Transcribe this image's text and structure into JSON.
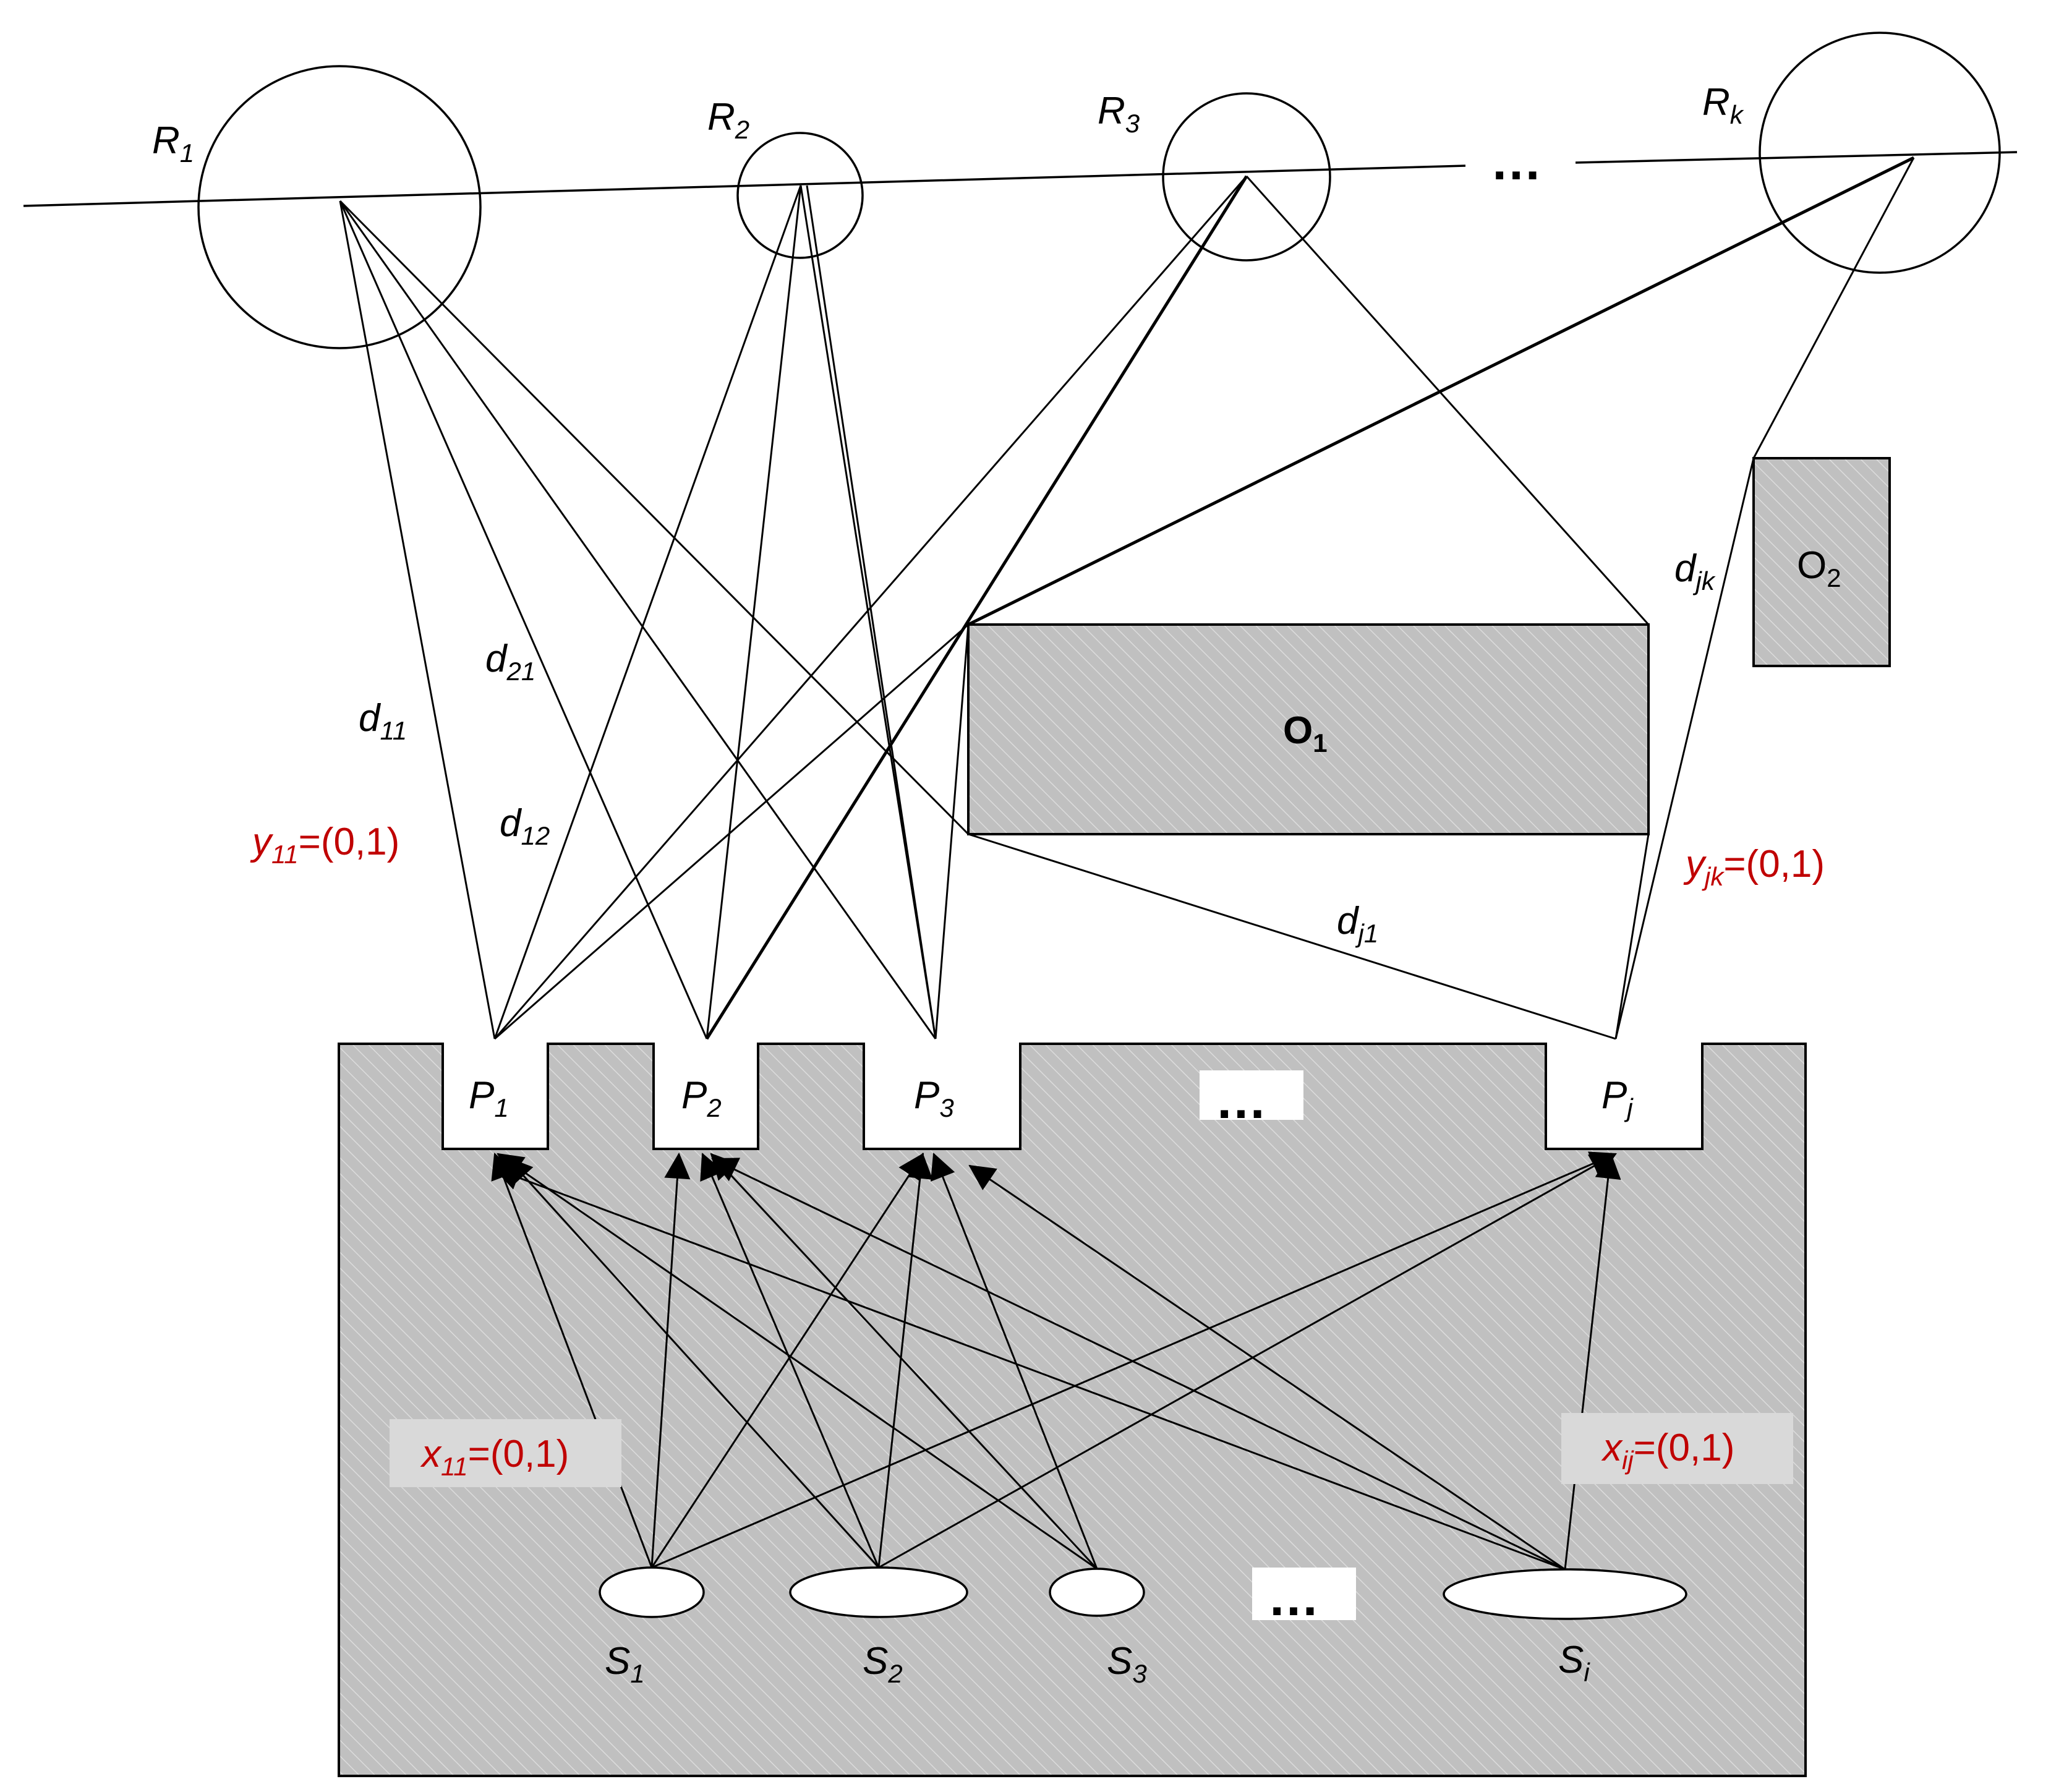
{
  "regions": [
    {
      "name": "R",
      "sub": "1"
    },
    {
      "name": "R",
      "sub": "2"
    },
    {
      "name": "R",
      "sub": "3"
    },
    {
      "name": "R",
      "sub": "k"
    }
  ],
  "ports": [
    {
      "name": "P",
      "sub": "1"
    },
    {
      "name": "P",
      "sub": "2"
    },
    {
      "name": "P",
      "sub": "3"
    },
    {
      "name": "P",
      "sub": "j"
    }
  ],
  "sources": [
    {
      "name": "S",
      "sub": "1"
    },
    {
      "name": "S",
      "sub": "2"
    },
    {
      "name": "S",
      "sub": "3"
    },
    {
      "name": "S",
      "sub": "i"
    }
  ],
  "obstacles": [
    {
      "name": "O",
      "sub": "1"
    },
    {
      "name": "O",
      "sub": "2"
    }
  ],
  "distances": {
    "d11": {
      "base": "d",
      "sub": "11"
    },
    "d21": {
      "base": "d",
      "sub": "21"
    },
    "d12": {
      "base": "d",
      "sub": "12"
    },
    "dj1": {
      "base": "d",
      "sub": "j1"
    },
    "djk": {
      "base": "d",
      "sub": "jk"
    }
  },
  "decision_vars": {
    "y11": {
      "base": "y",
      "sub": "11",
      "value": "=(0,1)"
    },
    "yjk": {
      "base": "y",
      "sub": "jk",
      "value": "=(0,1)"
    },
    "x11": {
      "base": "x",
      "sub": "11",
      "value": "=(0,1)"
    },
    "xij": {
      "base": "x",
      "sub": "ij",
      "value": "=(0,1)"
    }
  },
  "ellipsis": {
    "top": "…",
    "ports": "…",
    "sources": "…"
  },
  "colors": {
    "block_fill": "#c0c0c0",
    "hatch": "#dcdcdc",
    "red_label": "#c00000",
    "label_box": "#d9d9d9"
  }
}
